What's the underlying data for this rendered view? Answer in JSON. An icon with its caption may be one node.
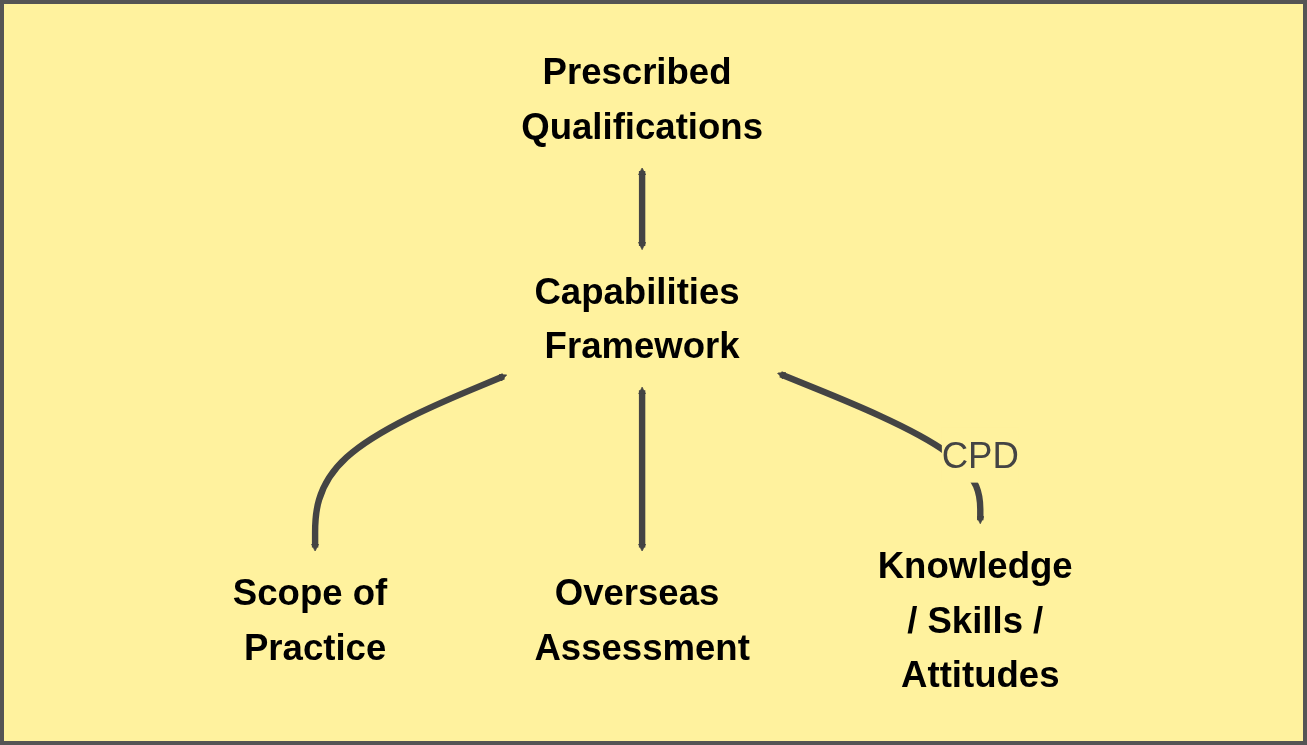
{
  "diagram": {
    "nodes": [
      {
        "text": [
          "Scope of Practice"
        ]
      },
      {
        "text": [
          "Prescribed Qualifications"
        ]
      },
      {
        "text": [
          "Capabilities Framework"
        ]
      },
      {
        "text": [
          "Overseas Assessment"
        ]
      },
      {
        "text": [
          "Knowledge / Skills / Attitudes"
        ]
      }
    ],
    "edges": [
      {
        "from": 2,
        "to": 0,
        "arrow": "both"
      },
      {
        "from": 1,
        "to": 2,
        "arrow": "both"
      },
      {
        "from": 2,
        "to": 3,
        "arrow": "both"
      },
      {
        "from": 2,
        "to": 4,
        "arrow": "both",
        "label": "CPD"
      }
    ]
  }
}
